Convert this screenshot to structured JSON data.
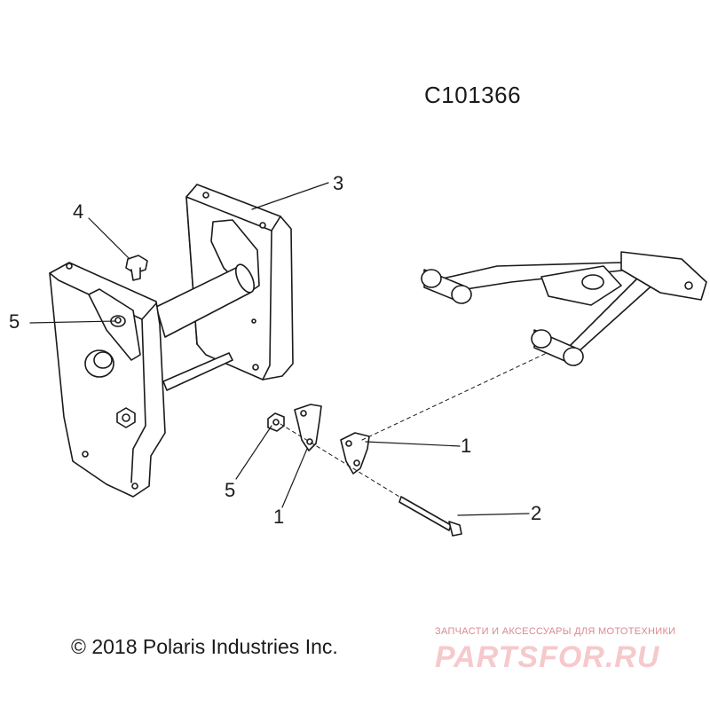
{
  "diagram_id": "C101366",
  "callouts": [
    {
      "id": "callout-1-upper",
      "label": "1"
    },
    {
      "id": "callout-1-lower",
      "label": "1"
    },
    {
      "id": "callout-2",
      "label": "2"
    },
    {
      "id": "callout-3",
      "label": "3"
    },
    {
      "id": "callout-4",
      "label": "4"
    },
    {
      "id": "callout-5-left",
      "label": "5"
    },
    {
      "id": "callout-5-lower",
      "label": "5"
    }
  ],
  "copyright": "© 2018 Polaris Industries Inc.",
  "watermark": {
    "tagline": "ЗАПЧАСТИ И АКСЕССУАРЫ ДЛЯ МОТОТЕХНИКИ",
    "logo": "PARTSFOR.RU"
  },
  "colors": {
    "line": "#1a1a1a",
    "watermark": "#f6c9cc"
  }
}
